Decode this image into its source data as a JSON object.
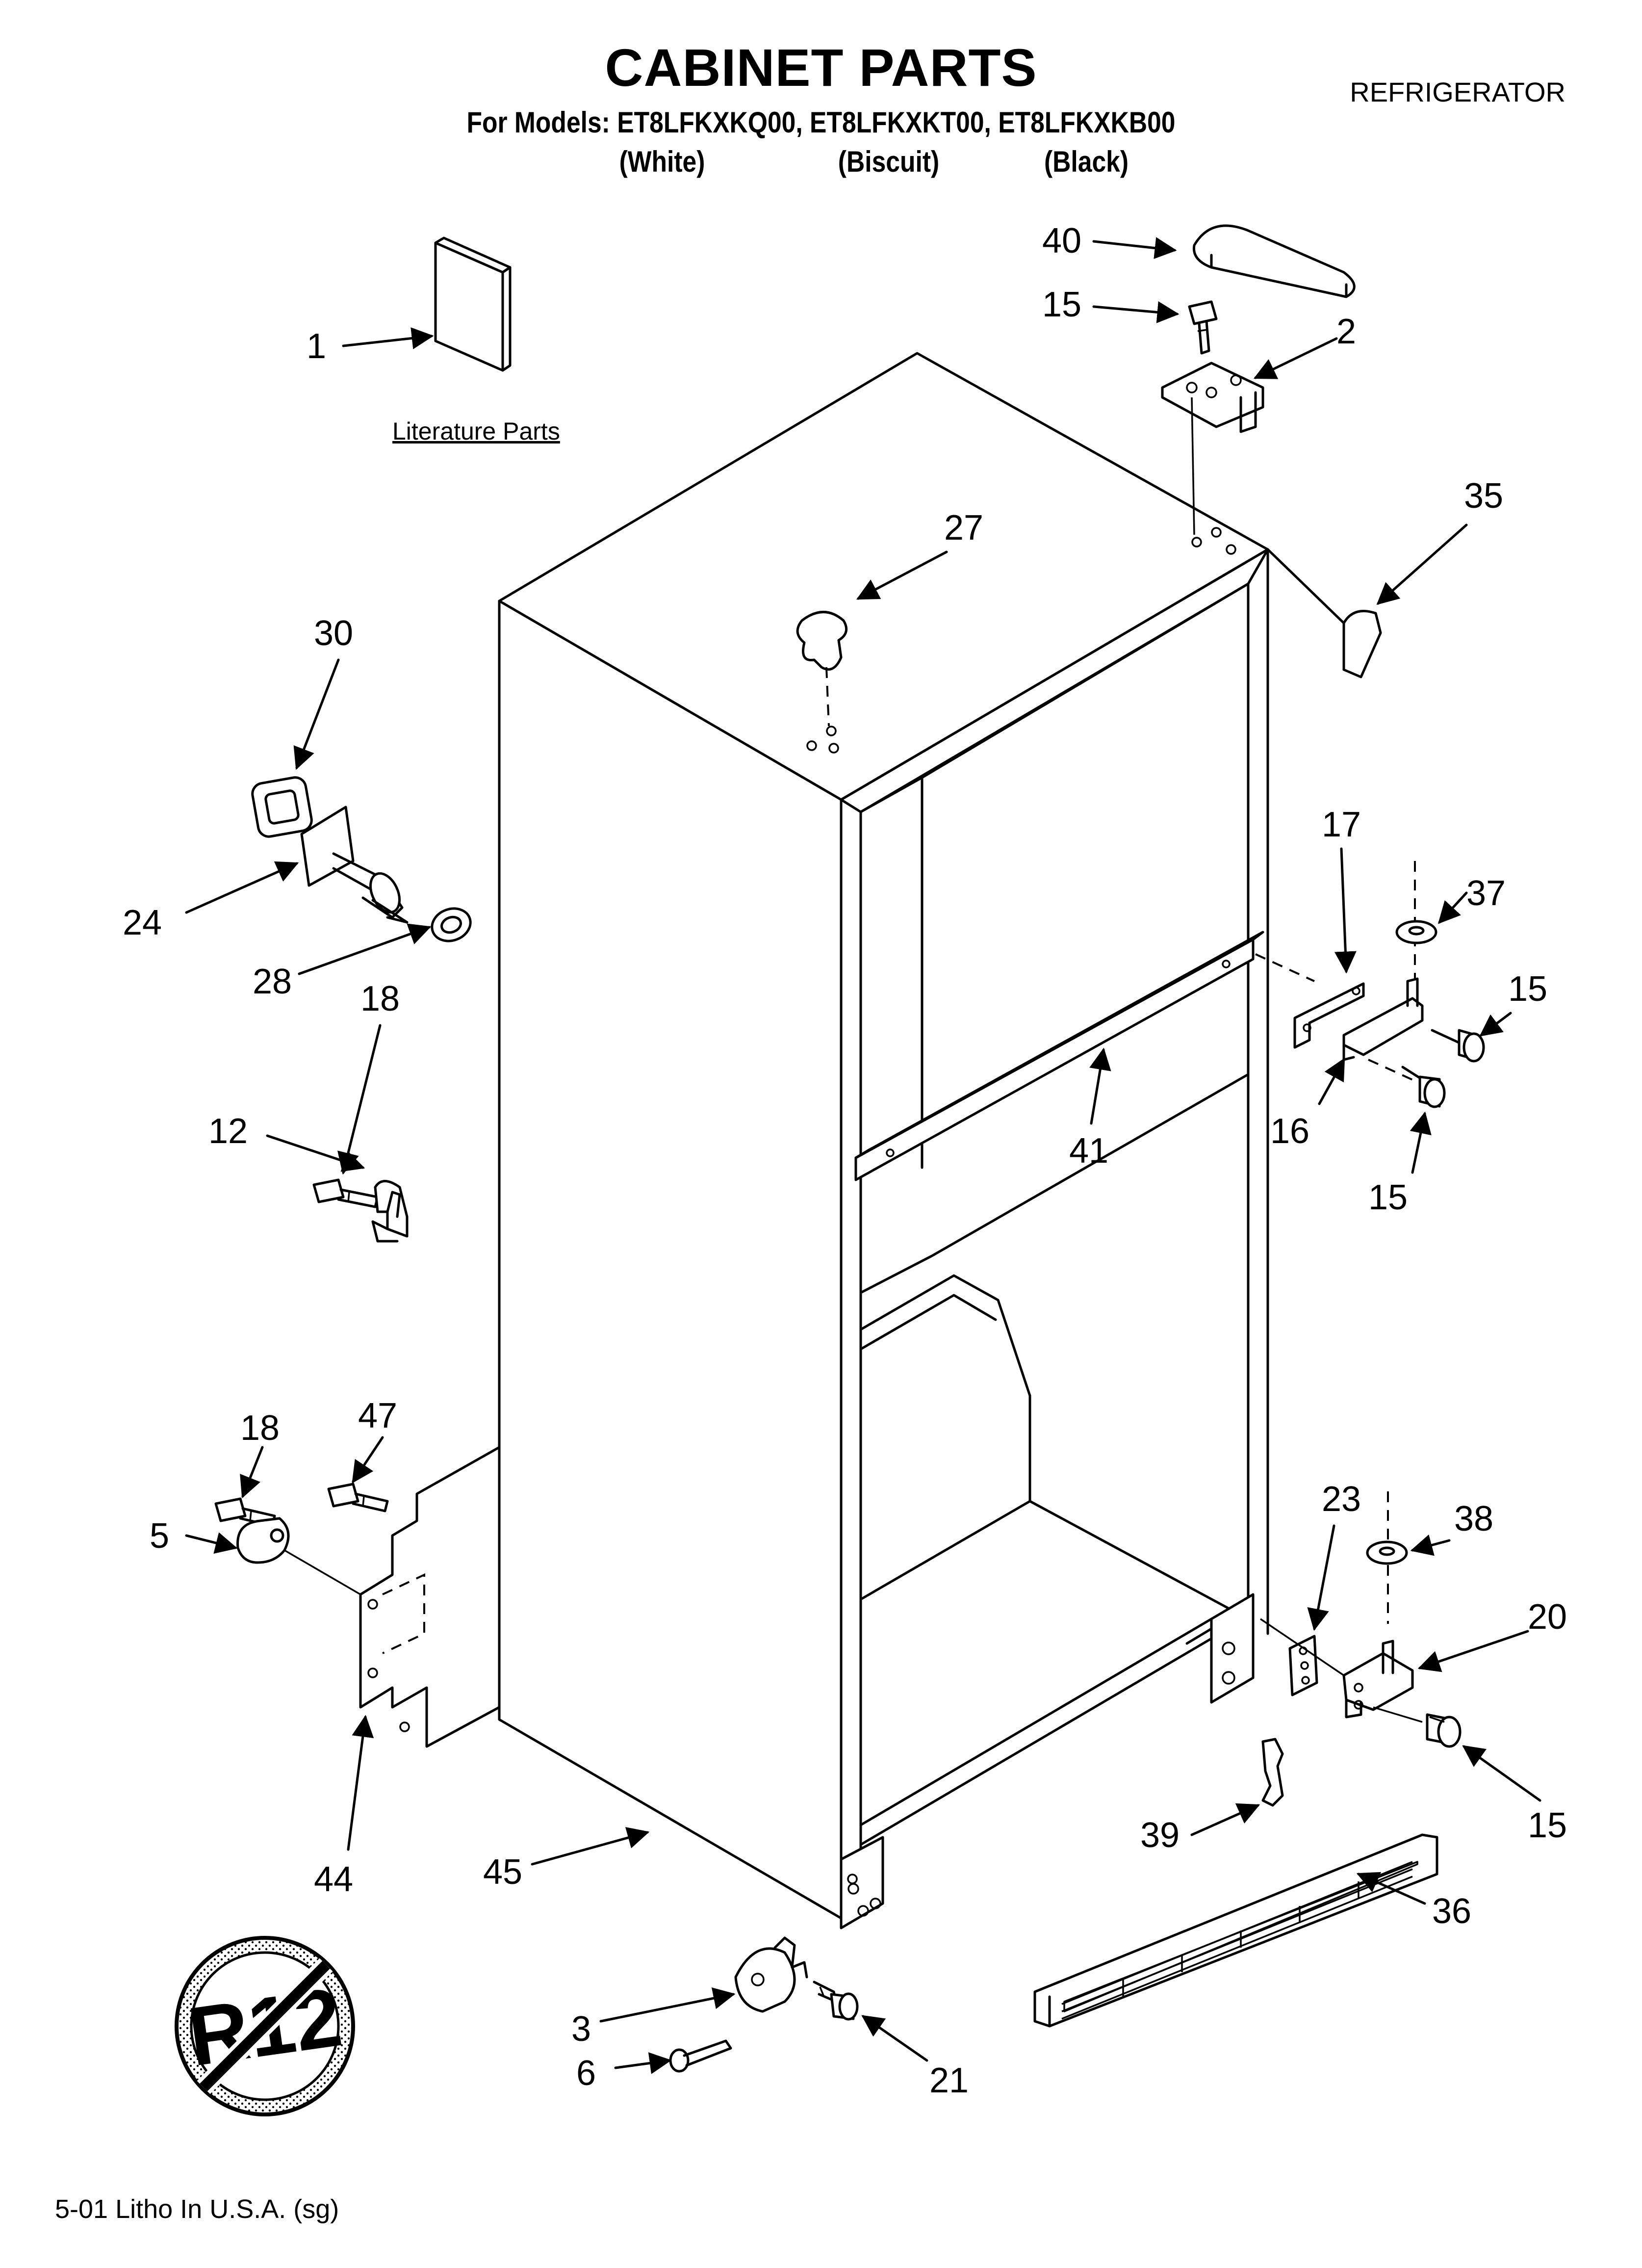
{
  "header": {
    "title": "CABINET PARTS",
    "models_line": "For Models: ET8LFKXKQ00, ET8LFKXKT00, ET8LFKXKB00",
    "colors": [
      "(White)",
      "(Biscuit)",
      "(Black)"
    ],
    "category": "REFRIGERATOR"
  },
  "literature_label": "Literature Parts",
  "footer": "5-01 Litho In U.S.A. (sg)",
  "r12_badge_text": "R12",
  "callouts": [
    "1",
    "40",
    "15",
    "2",
    "35",
    "27",
    "30",
    "24",
    "28",
    "18",
    "12",
    "17",
    "37",
    "15",
    "16",
    "15",
    "41",
    "18",
    "47",
    "5",
    "44",
    "45",
    "23",
    "38",
    "20",
    "15",
    "39",
    "36",
    "3",
    "6",
    "21"
  ]
}
